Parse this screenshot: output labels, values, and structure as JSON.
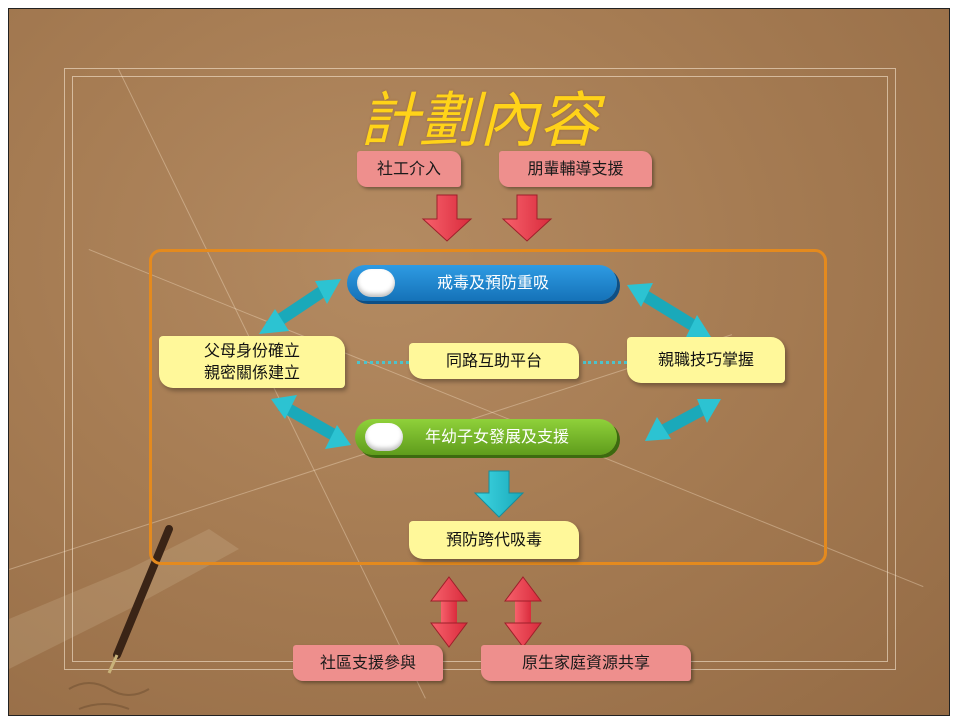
{
  "title": "計劃內容",
  "inputs": {
    "social_work": "社工介入",
    "peer_support": "朋輩輔導支援"
  },
  "center": {
    "top": "戒毒及預防重吸",
    "left_line1": "父母身份確立",
    "left_line2": "親密關係建立",
    "middle": "同路互助平台",
    "right": "親職技巧掌握",
    "bottom": "年幼子女發展及支援"
  },
  "outcome": "預防跨代吸毒",
  "outputs": {
    "community": "社區支援參與",
    "family": "原生家庭資源共享"
  },
  "colors": {
    "background": "#a67c53",
    "title": "#ffd319",
    "tag_pink": "#ee8f8d",
    "note_yellow": "#fff89a",
    "frame_orange": "#e48a1e",
    "pill_blue": "#1e88d2",
    "pill_green": "#7cbf2a",
    "arrow_red": "#ef3f4f",
    "arrow_cyan": "#2cc3d2"
  }
}
